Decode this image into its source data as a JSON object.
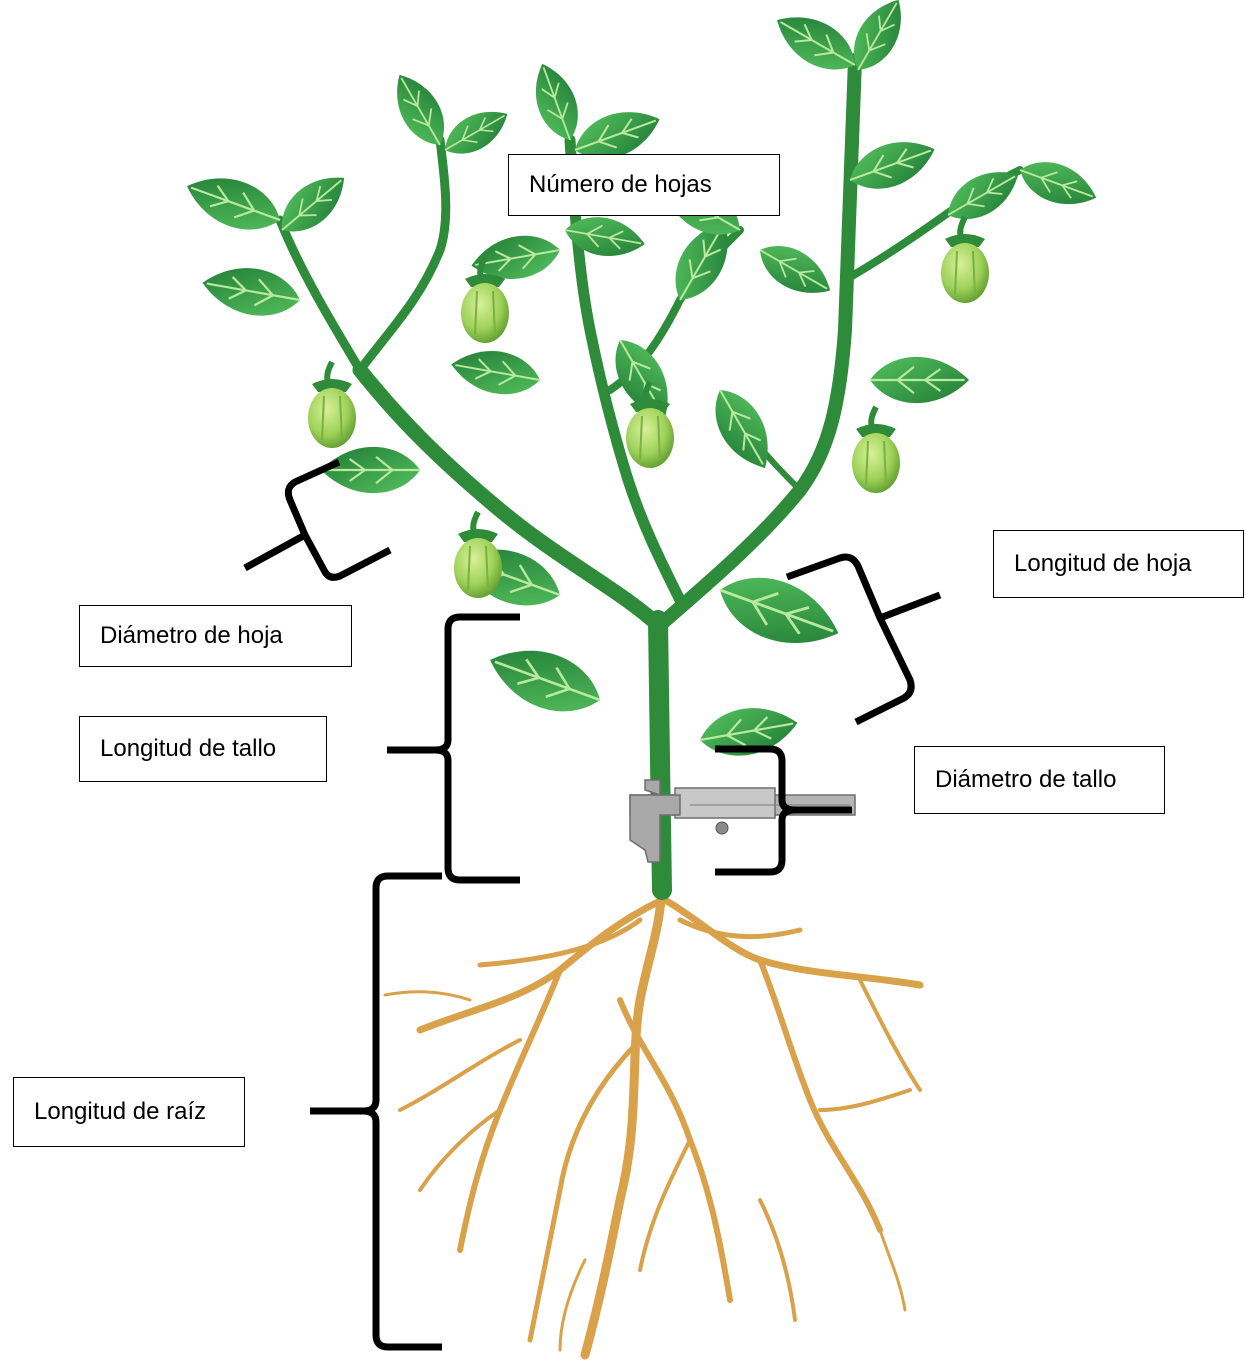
{
  "labels": {
    "numero_hojas": "Número de hojas",
    "longitud_hoja": "Longitud de hoja",
    "diametro_hoja": "Diámetro de hoja",
    "longitud_tallo": "Longitud de tallo",
    "diametro_tallo": "Diámetro de tallo",
    "longitud_raiz": "Longitud de raíz"
  },
  "colors": {
    "stem": "#2e8b3a",
    "leaf": "#3aa84a",
    "leaf_dark": "#1f7a34",
    "fruit": "#9fd25a",
    "root": "#d9a24a",
    "bracket": "#000000",
    "caliper": "#a8a8a8"
  }
}
